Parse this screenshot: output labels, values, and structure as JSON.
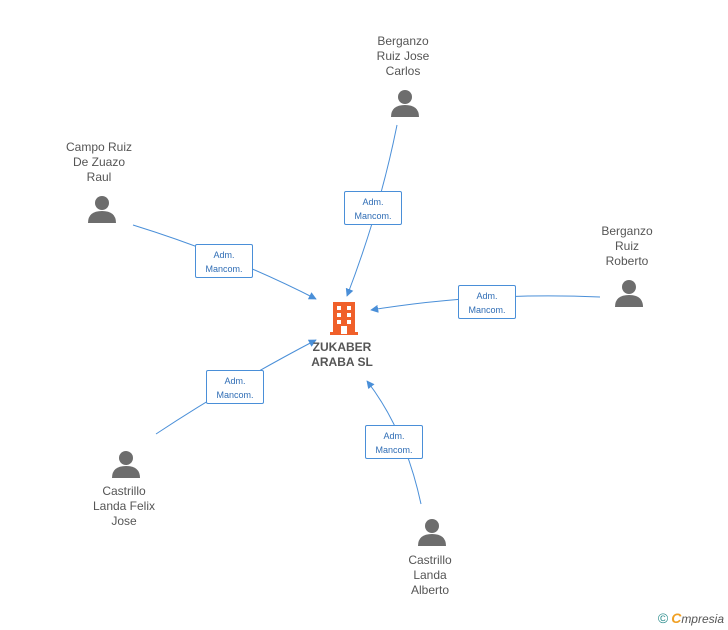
{
  "company": {
    "name_line1": "ZUKABER",
    "name_line2": "ARABA SL",
    "icon": "building-icon",
    "color": "#f0602a"
  },
  "people": [
    {
      "id": "berganzo-ruiz-jose-carlos",
      "lines": [
        "Berganzo",
        "Ruiz Jose",
        "Carlos"
      ],
      "icon": "person-icon",
      "role_line1": "Adm.",
      "role_line2": "Mancom."
    },
    {
      "id": "campo-ruiz-de-zuazo-raul",
      "lines": [
        "Campo Ruiz",
        "De Zuazo",
        "Raul"
      ],
      "icon": "person-icon",
      "role_line1": "Adm.",
      "role_line2": "Mancom."
    },
    {
      "id": "berganzo-ruiz-roberto",
      "lines": [
        "Berganzo",
        "Ruiz",
        "Roberto"
      ],
      "icon": "person-icon",
      "role_line1": "Adm.",
      "role_line2": "Mancom."
    },
    {
      "id": "castrillo-landa-felix-jose",
      "lines": [
        "Castrillo",
        "Landa Felix",
        "Jose"
      ],
      "icon": "person-icon",
      "role_line1": "Adm.",
      "role_line2": "Mancom."
    },
    {
      "id": "castrillo-landa-alberto",
      "lines": [
        "Castrillo",
        "Landa",
        "Alberto"
      ],
      "icon": "person-icon",
      "role_line1": "Adm.",
      "role_line2": "Mancom."
    }
  ],
  "colors": {
    "person": "#6d6d6d",
    "edge": "#4a8fd8",
    "text": "#555555"
  },
  "footer": {
    "copyright": "©",
    "brand_letter": "C",
    "brand_rest": "mpresia"
  }
}
